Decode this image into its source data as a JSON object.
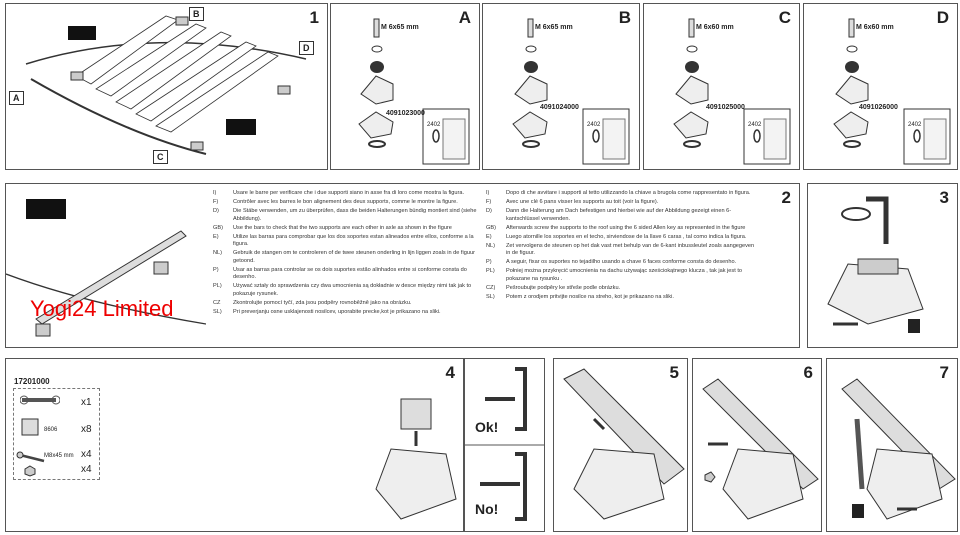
{
  "panels": {
    "p1": {
      "number": "1",
      "labels": [
        "A",
        "B",
        "C",
        "D"
      ]
    },
    "pA": {
      "letter": "A",
      "bolt": "M 6x65 mm",
      "part": "4091023000",
      "pad": "2402"
    },
    "pB": {
      "letter": "B",
      "bolt": "M 6x65 mm",
      "part": "4091024000",
      "pad": "2402"
    },
    "pC": {
      "letter": "C",
      "bolt": "M 6x60 mm",
      "part": "4091025000",
      "pad": "2402"
    },
    "pD": {
      "letter": "D",
      "bolt": "M 6x60 mm",
      "part": "4091026000",
      "pad": "2402"
    },
    "p2": {
      "number": "2"
    },
    "p3": {
      "number": "3"
    },
    "p4": {
      "number": "4"
    },
    "p5": {
      "number": "5"
    },
    "p6": {
      "number": "6"
    },
    "p7": {
      "number": "7"
    },
    "okno": {
      "ok": "Ok!",
      "no": "No!"
    }
  },
  "instructions_left": [
    {
      "k": "I)",
      "t": "Usare le barre per verificare che i due supporti siano in asse fra di loro come mostra la figura."
    },
    {
      "k": "F)",
      "t": "Contrôler avec les barres le bon alignement des deux supports, comme le montre la figure."
    },
    {
      "k": "D)",
      "t": "Die Stäbe verwenden, um zu überprüfen, dass die beiden Halterungen bündig montiert sind (siehe Abbildung)."
    },
    {
      "k": "GB)",
      "t": "Use the bars to check that the two supports are each other  in axle as shown in the figure"
    },
    {
      "k": "E)",
      "t": "Utilize las barras para comprobar que los dos soportes estan alineados entre ellos, conforme a la figura."
    },
    {
      "k": "NL)",
      "t": "Gebruik de stangen om te controleren of de twee steunen onderling in lijn liggen zoals in de figuur getoond."
    },
    {
      "k": "P)",
      "t": "Usar as barras para controlar se os dois suportes estão alinhados entre si conforme consta do desenho."
    },
    {
      "k": "PL)",
      "t": "Używać ształy do sprawdzenia czy dwa umocnienia są dokładnie w desce między nimi tak jak to pokazuje rysunek."
    },
    {
      "k": "CZ",
      "t": "Zkontrolujte pomocí tyčí, zda jsou podpěry rovnoběžně jako na obrázku."
    },
    {
      "k": "SL)",
      "t": "Pri preverjanju osne usklajenosti nosilcev, uporabite precke,kot je prikazano na sliki."
    }
  ],
  "instructions_right": [
    {
      "k": "I)",
      "t": "Dopo di che avvitare i supporti al tetto utilizzando la chiave a brugola come rappresentato in figura."
    },
    {
      "k": "F)",
      "t": "Avec une clé 6 pans visser les supports au toit (voir la figure)."
    },
    {
      "k": "D)",
      "t": "Dann die Halterung am Dach befestigen und hierbei wie auf der Abbildung gezeigt einen 6-kantschlüssel verwenden."
    },
    {
      "k": "GB)",
      "t": "Afterwards screw the supports to the roof using the 6 sided Allen key as represented in the figure"
    },
    {
      "k": "E)",
      "t": "Luego atornille los soportes en el techo, sirviendose de la llave 6 caras , tal como indica la figura."
    },
    {
      "k": "NL)",
      "t": "Zet vervolgens de steunen op het dak vast met behulp van de 6-kant  inbussleutel zoals aangegeven in de figuur."
    },
    {
      "k": "P)",
      "t": "A seguir, fixar os suportes no tejadilho usando a chave 6 faces  conforme consta do desenho."
    },
    {
      "k": "PL)",
      "t": "Połniej można przykręcić umocnienia na dachu używając sześciokątnego klucza , tak jak jest to pokazane na rysunku ."
    },
    {
      "k": "CZ)",
      "t": "Pešroubujte podpěry ke střeše podle obrázku."
    },
    {
      "k": "SL)",
      "t": "Potem z orodjem pritvijte nosilce na streho, kot je prikazano na sliki."
    }
  ],
  "parts": {
    "code": "17201000",
    "items": [
      {
        "name": "wrench",
        "spec": "",
        "qty": "x1"
      },
      {
        "name": "clip",
        "spec": "8606",
        "qty": "x8"
      },
      {
        "name": "bolt",
        "spec": "M8x45 mm",
        "qty": "x4"
      },
      {
        "name": "nut",
        "spec": "",
        "qty": "x4"
      }
    ]
  },
  "watermark": "Yogi24 Limited"
}
